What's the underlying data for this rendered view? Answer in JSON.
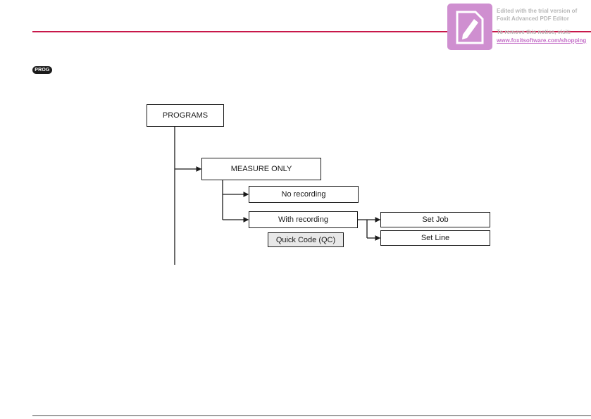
{
  "header": {
    "prog_key": "PROG"
  },
  "diagram": {
    "root": "PROGRAMS",
    "level1": "MEASURE ONLY",
    "no_recording": "No recording",
    "with_recording": "With recording",
    "quick_code": "Quick Code (QC)",
    "set_job": "Set Job",
    "set_line": "Set Line"
  },
  "watermark": {
    "line1": "Edited with the trial version of",
    "line2": "Foxit Advanced PDF Editor",
    "line3": "To remove this notice, visit:",
    "link": "www.foxitsoftware.com/shopping"
  },
  "colors": {
    "accent": "#c8184a",
    "watermark_logo": "#cf8fd0"
  }
}
